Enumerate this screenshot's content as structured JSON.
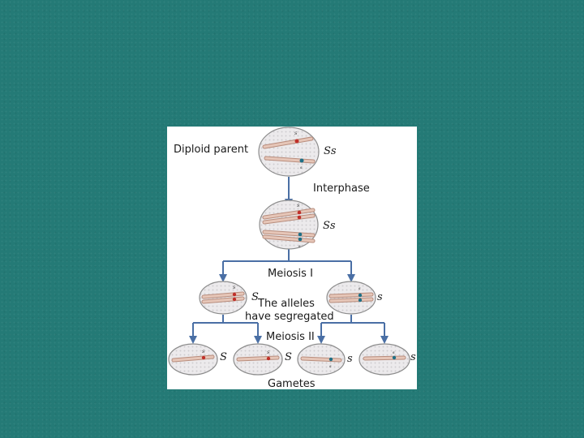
{
  "labels": {
    "diploid_parent": "Diploid parent",
    "interphase": "Interphase",
    "meiosis_1": "Meiosis I",
    "alleles_line1": "The alleles",
    "alleles_line2": "have segregated",
    "meiosis_2": "Meiosis II",
    "gametes": "Gametes"
  },
  "genotypes": {
    "parent": "Ss",
    "interphase": "Ss",
    "meiosis1_left": "S",
    "meiosis1_right": "s",
    "gamete_1": "S",
    "gamete_2": "S",
    "gamete_3": "s",
    "gamete_4": "s"
  },
  "alleles": {
    "upper": "S",
    "lower": "s"
  },
  "colors": {
    "background": "#247a76",
    "cell_fill": "#eceaec",
    "cell_stroke": "#8d8d8d",
    "chromosome": "#e6c6b8",
    "chromosome_stroke": "#b88d7d",
    "allele_dominant": "#c0302a",
    "allele_recessive": "#1f6f86",
    "arrow": "#4a6fa5"
  }
}
